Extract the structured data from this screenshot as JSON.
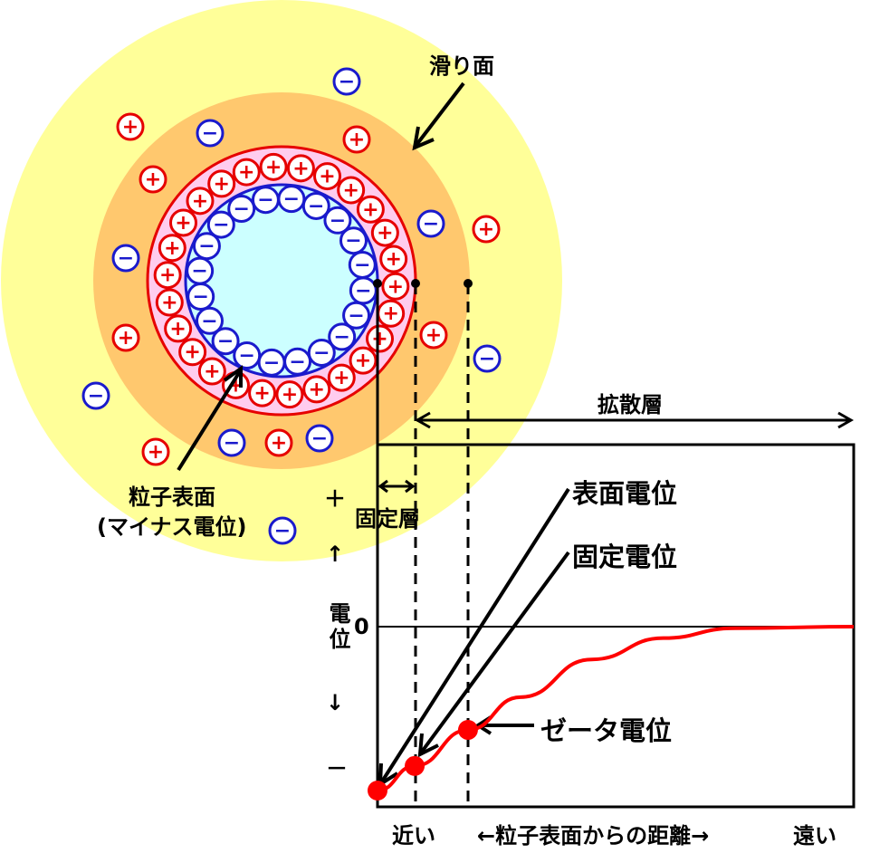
{
  "labels": {
    "slip_plane": "滑り面",
    "particle_surface_line1": "粒子表面",
    "particle_surface_line2": "(マイナス電位)",
    "diffuse_layer": "拡散層",
    "fixed_layer": "固定層",
    "surface_potential": "表面電位",
    "fixed_potential": "固定電位",
    "zeta_potential": "ゼータ電位",
    "axis_plus": "＋",
    "axis_up_arrow": "↑",
    "axis_title": "電位",
    "axis_down_arrow": "↓",
    "axis_minus": "－",
    "zero": "0",
    "near": "近い",
    "distance_axis": "←粒子表面からの距離→",
    "far": "遠い"
  },
  "ions": {
    "positive": "+",
    "negative": "−"
  },
  "colors": {
    "outer_yellow": "#ffff99",
    "slip_orange": "#ffc86e",
    "fixed_pink": "#ffccee",
    "core_cyan": "#ccffff",
    "positive_red": "#e60000",
    "negative_blue": "#1a1acc",
    "curve_red": "#ff0000",
    "line_black": "#000000"
  },
  "chart_data": {
    "type": "line",
    "xlabel": "←粒子表面からの距離→",
    "ylabel": "電位",
    "series": [
      {
        "values_note": "",
        "points": [
          [
            0,
            -1.0
          ],
          [
            0.078,
            -0.85
          ],
          [
            0.19,
            -0.63
          ],
          [
            0.3,
            -0.43
          ],
          [
            0.45,
            -0.2
          ],
          [
            0.6,
            -0.07
          ],
          [
            0.75,
            -0.01
          ],
          [
            1.0,
            0.0
          ]
        ]
      }
    ],
    "markers": [
      {
        "name": "表面電位",
        "x": 0,
        "y": -1.0
      },
      {
        "name": "固定電位",
        "x": 0.078,
        "y": -0.85
      },
      {
        "name": "ゼータ電位",
        "x": 0.19,
        "y": -0.63
      }
    ]
  }
}
